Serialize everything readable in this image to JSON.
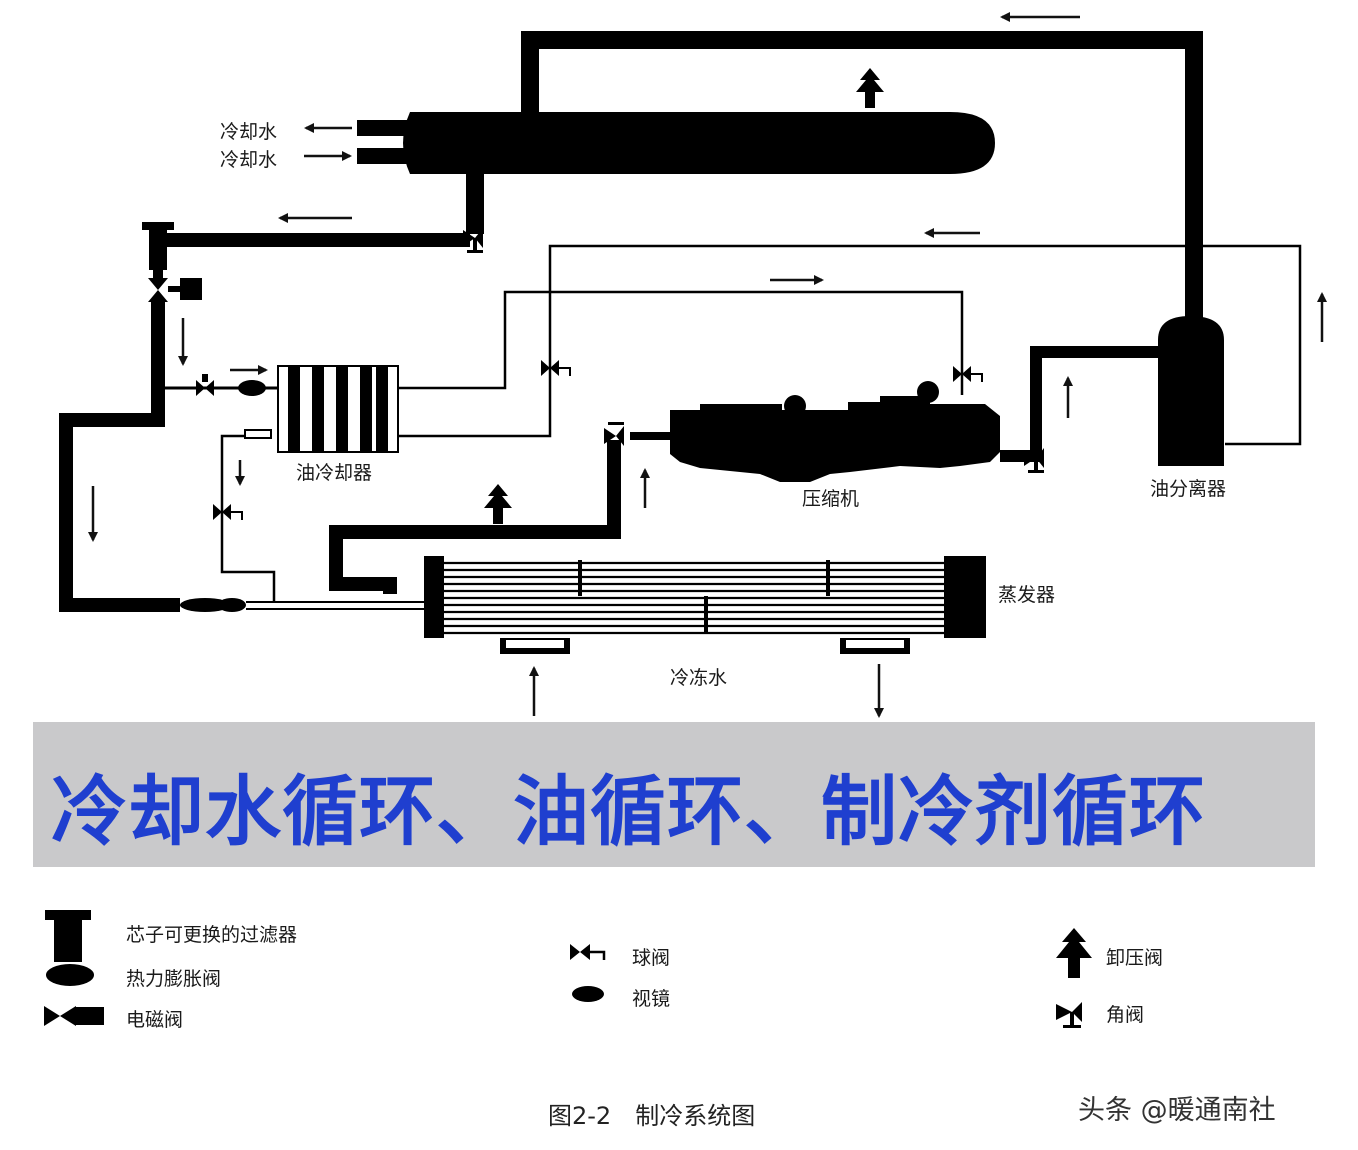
{
  "labels": {
    "cooling_water_out": "冷却水",
    "cooling_water_in": "冷却水",
    "oil_cooler": "油冷却器",
    "compressor": "压缩机",
    "oil_separator": "油分离器",
    "evaporator": "蒸发器",
    "chilled_water": "冷冻水"
  },
  "banner": {
    "text": "冷却水循环、油循环、制冷剂循环",
    "color": "#1f3fcf"
  },
  "legend": {
    "filter": "芯子可更换的过滤器",
    "expansion_valve": "热力膨胀阀",
    "solenoid_valve": "电磁阀",
    "ball_valve": "球阀",
    "sight_glass": "视镜",
    "relief_valve": "卸压阀",
    "angle_valve": "角阀"
  },
  "caption": "图2-2　制冷系统图",
  "watermark": "头条 @暖通南社"
}
